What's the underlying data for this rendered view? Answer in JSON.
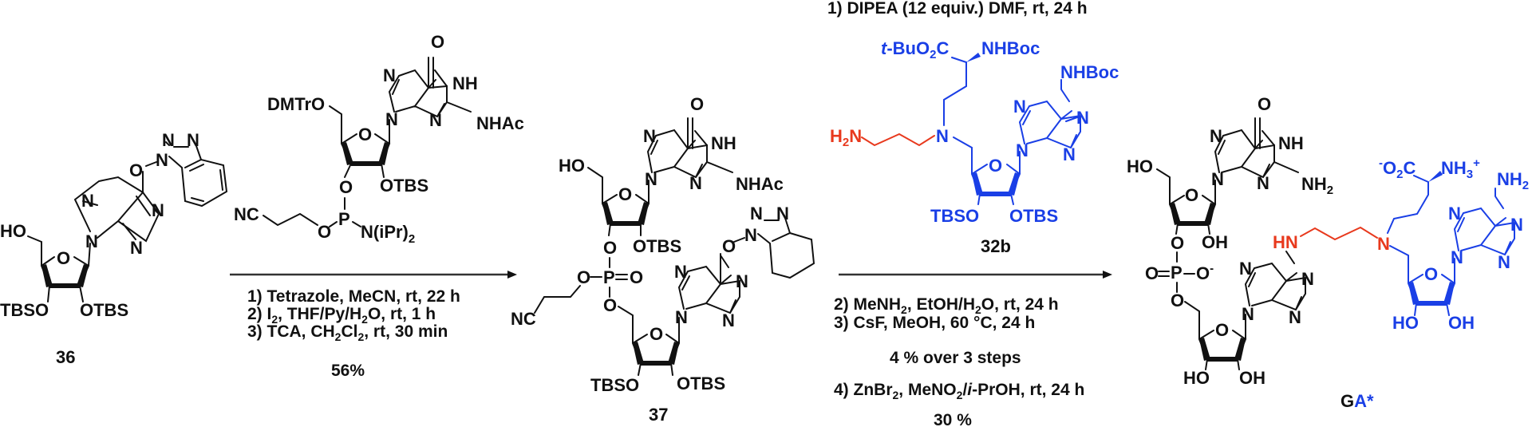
{
  "scheme": {
    "colors": {
      "black": "#111111",
      "blue": "#1a3fe6",
      "red": "#e8391d",
      "arrow": "#333333"
    },
    "compound_36": {
      "label": "36",
      "atoms": {
        "ho": "HO",
        "ring_o": "O",
        "tbso": "TBSO",
        "otbs": "OTBS",
        "n9": "N",
        "n7": "N",
        "n1": "N",
        "n3": "N",
        "o6": "O",
        "bt_n1": "N",
        "bt_n2": "N",
        "bt_n3": "N"
      }
    },
    "reagent_phosphoramidite": {
      "atoms": {
        "dmtro": "DMTrO",
        "ring_o": "O",
        "otbs": "OTBS",
        "o3": "O",
        "p": "P",
        "o": "O",
        "nc": "NC",
        "nipr": "N(iPr)",
        "nipr_sub": "2",
        "n9": "N",
        "n7": "N",
        "n3": "N",
        "nh": "NH",
        "o6": "O",
        "nhac": "NHAc"
      }
    },
    "step1": {
      "conditions": [
        {
          "text": "1) Tetrazole, MeCN, rt, 22 h"
        },
        {
          "pre": "2) I",
          "sub": "2",
          "post": ", THF/Py/H",
          "sub2": "2",
          "post2": "O, rt, 1 h"
        },
        {
          "pre": "3) TCA, CH",
          "sub": "2",
          "post": "Cl",
          "sub2": "2",
          "post2": ", rt, 30 min"
        }
      ],
      "yield": "56%"
    },
    "compound_37": {
      "label": "37",
      "atoms": {
        "ho": "HO",
        "ring_o": "O",
        "otbs": "OTBS",
        "o3": "O",
        "p": "P",
        "po": "O",
        "o_ce": "O",
        "o5": "O",
        "nc": "NC",
        "tbso": "TBSO",
        "otbs2": "OTBS",
        "n": "N",
        "nh": "NH",
        "nhac": "NHAc",
        "o6": "O",
        "bt_o": "O"
      }
    },
    "step2": {
      "condition1": "1) DIPEA (12 equiv.) DMF, rt, 24 h",
      "reagent_32b": {
        "label": "32b",
        "atoms": {
          "tbu": "t",
          "tbu_rest": "-BuO",
          "tbu_sub": "2",
          "tbu_c": "C",
          "nhboc": "NHBoc",
          "h2n": "H",
          "h2n_sub": "2",
          "h2n_n": "N",
          "n": "N",
          "nhboc2": "NHBoc",
          "ring_o": "O",
          "tbso": "TBSO",
          "otbs": "OTBS"
        }
      },
      "conditions": [
        {
          "pre": "2) MeNH",
          "sub": "2",
          "post": ", EtOH/H",
          "sub2": "2",
          "post2": "O, rt, 24 h"
        },
        {
          "text": "3) CsF, MeOH, 60 °C, 24 h"
        }
      ],
      "yield_3steps": "4 % over 3 steps",
      "condition4": {
        "pre": "4) ZnBr",
        "sub": "2",
        "post": ", MeNO",
        "sub2": "2",
        "post2": "/",
        "ital": "i",
        "post3": "-PrOH, rt, 24 h"
      },
      "yield4": "30 %"
    },
    "product_GA": {
      "label_g": "G",
      "label_a": "A*",
      "atoms": {
        "ho": "HO",
        "oh": "OH",
        "o": "O",
        "p": "P",
        "o_minus": "O",
        "minus": "-",
        "nh2": "NH",
        "nh2_sub": "2",
        "nh": "NH",
        "hn": "HN",
        "n_link": "N",
        "co2": "O",
        "co2_sub": "2",
        "co2_c": "C",
        "nh3": "NH",
        "nh3_sub": "3",
        "plus": "+",
        "ho2": "HO",
        "oh2": "OH",
        "ho3": "HO",
        "oh3": "OH"
      }
    }
  }
}
